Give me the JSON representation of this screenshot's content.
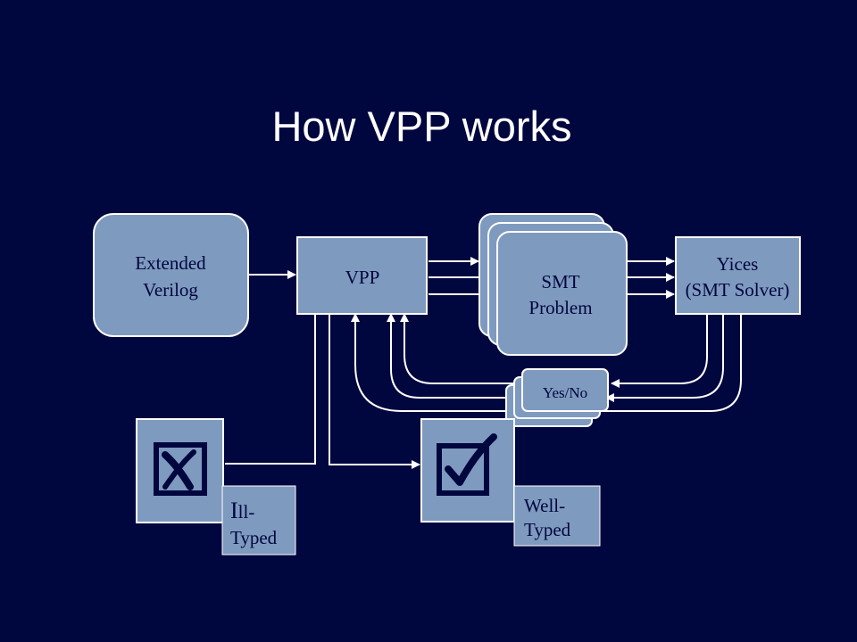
{
  "slide": {
    "title": "How VPP works"
  },
  "diagram": {
    "extended_verilog": [
      "Extended",
      "Verilog"
    ],
    "vpp": "VPP",
    "smt_problem": [
      "SMT",
      "Problem"
    ],
    "yices": [
      "Yices",
      "(SMT Solver)"
    ],
    "yes_no": "Yes/No",
    "ill_typed": {
      "first_letter": "I",
      "rest": "ll-",
      "second_line": "Typed"
    },
    "well_typed": [
      "Well-",
      "Typed"
    ]
  },
  "colors": {
    "background": "#00063e",
    "box_fill": "#7f9abf",
    "box_stroke": "#ffffff",
    "label_text": "#00063e",
    "title_text": "#ffffff"
  },
  "icons": {
    "ill_typed": "x-mark-checkbox-icon",
    "well_typed": "check-mark-checkbox-icon"
  }
}
